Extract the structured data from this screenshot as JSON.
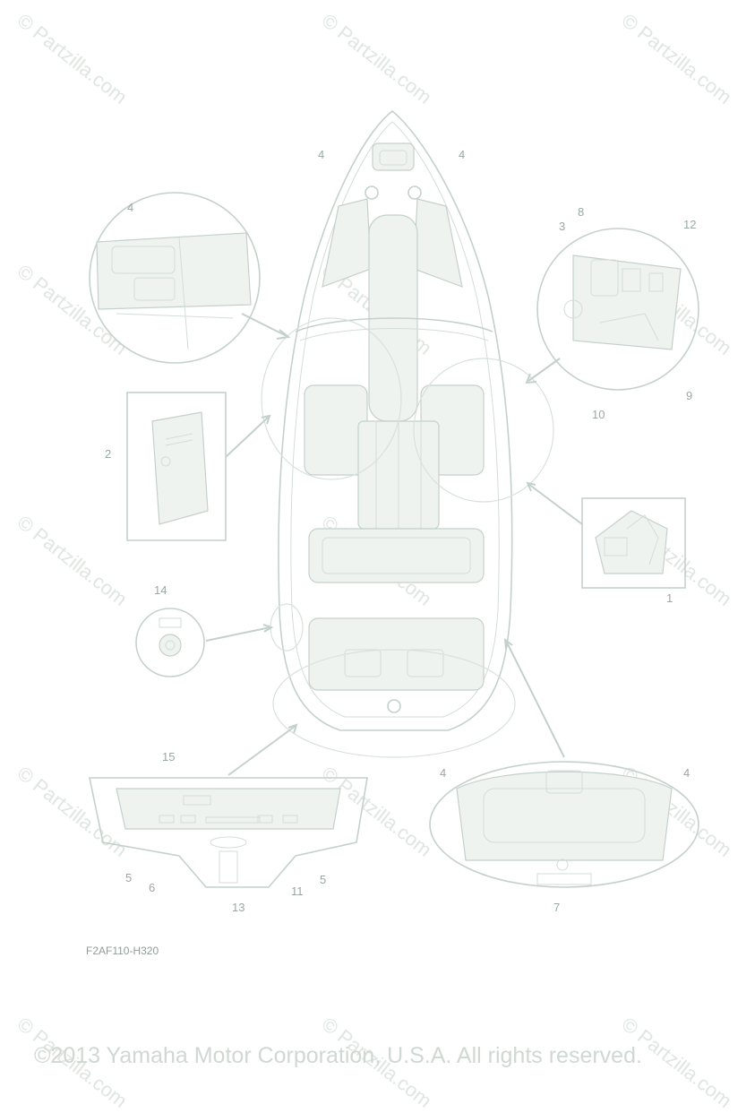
{
  "watermark": "© Partzilla.com",
  "part_code": "F2AF110-H320",
  "copyright": "©2013 Yamaha Motor Corporation, U.S.A. All rights reserved.",
  "callouts": {
    "c4_bow_left": "4",
    "c4_bow_right": "4",
    "c4_inset_tl": "4",
    "c2": "2",
    "c3": "3",
    "c8": "8",
    "c12": "12",
    "c9": "9",
    "c10": "10",
    "c1": "1",
    "c14": "14",
    "c15": "15",
    "c5_left": "5",
    "c6": "6",
    "c13": "13",
    "c11": "11",
    "c5_right": "5",
    "c4_stern_left": "4",
    "c4_stern_right": "4",
    "c7": "7"
  }
}
